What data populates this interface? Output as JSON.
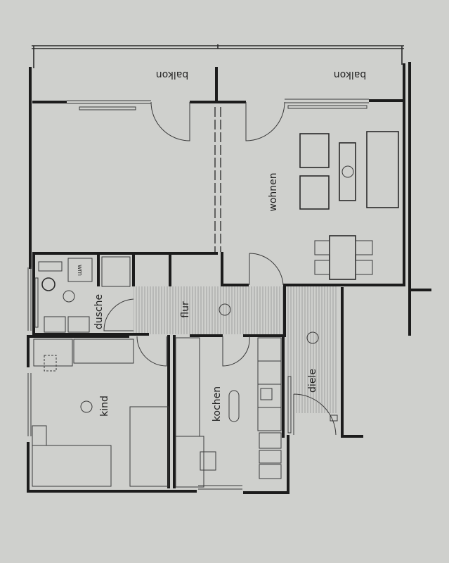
{
  "plan": {
    "rooms": {
      "balkon_left": "balkon",
      "balkon_right": "balkon",
      "wohnen": "wohnen",
      "dusche": "dusche",
      "flur": "flur",
      "kind": "kind",
      "kochen": "kochen",
      "diele": "diele",
      "wm": "wm"
    },
    "colors": {
      "paper": "#cfd0cd",
      "ink": "#1c1c1c"
    }
  }
}
